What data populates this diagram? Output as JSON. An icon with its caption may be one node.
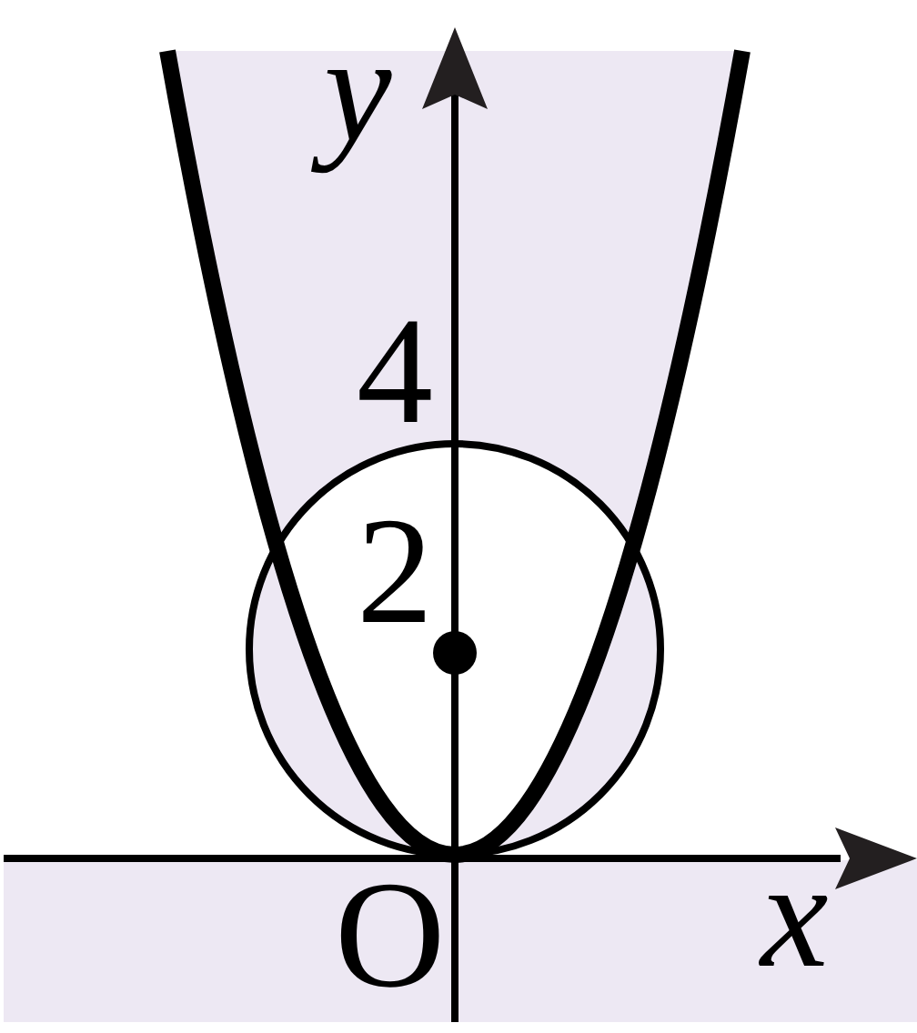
{
  "diagram": {
    "labels": [
      "y",
      "4",
      "2",
      "O",
      "x"
    ]
  }
}
